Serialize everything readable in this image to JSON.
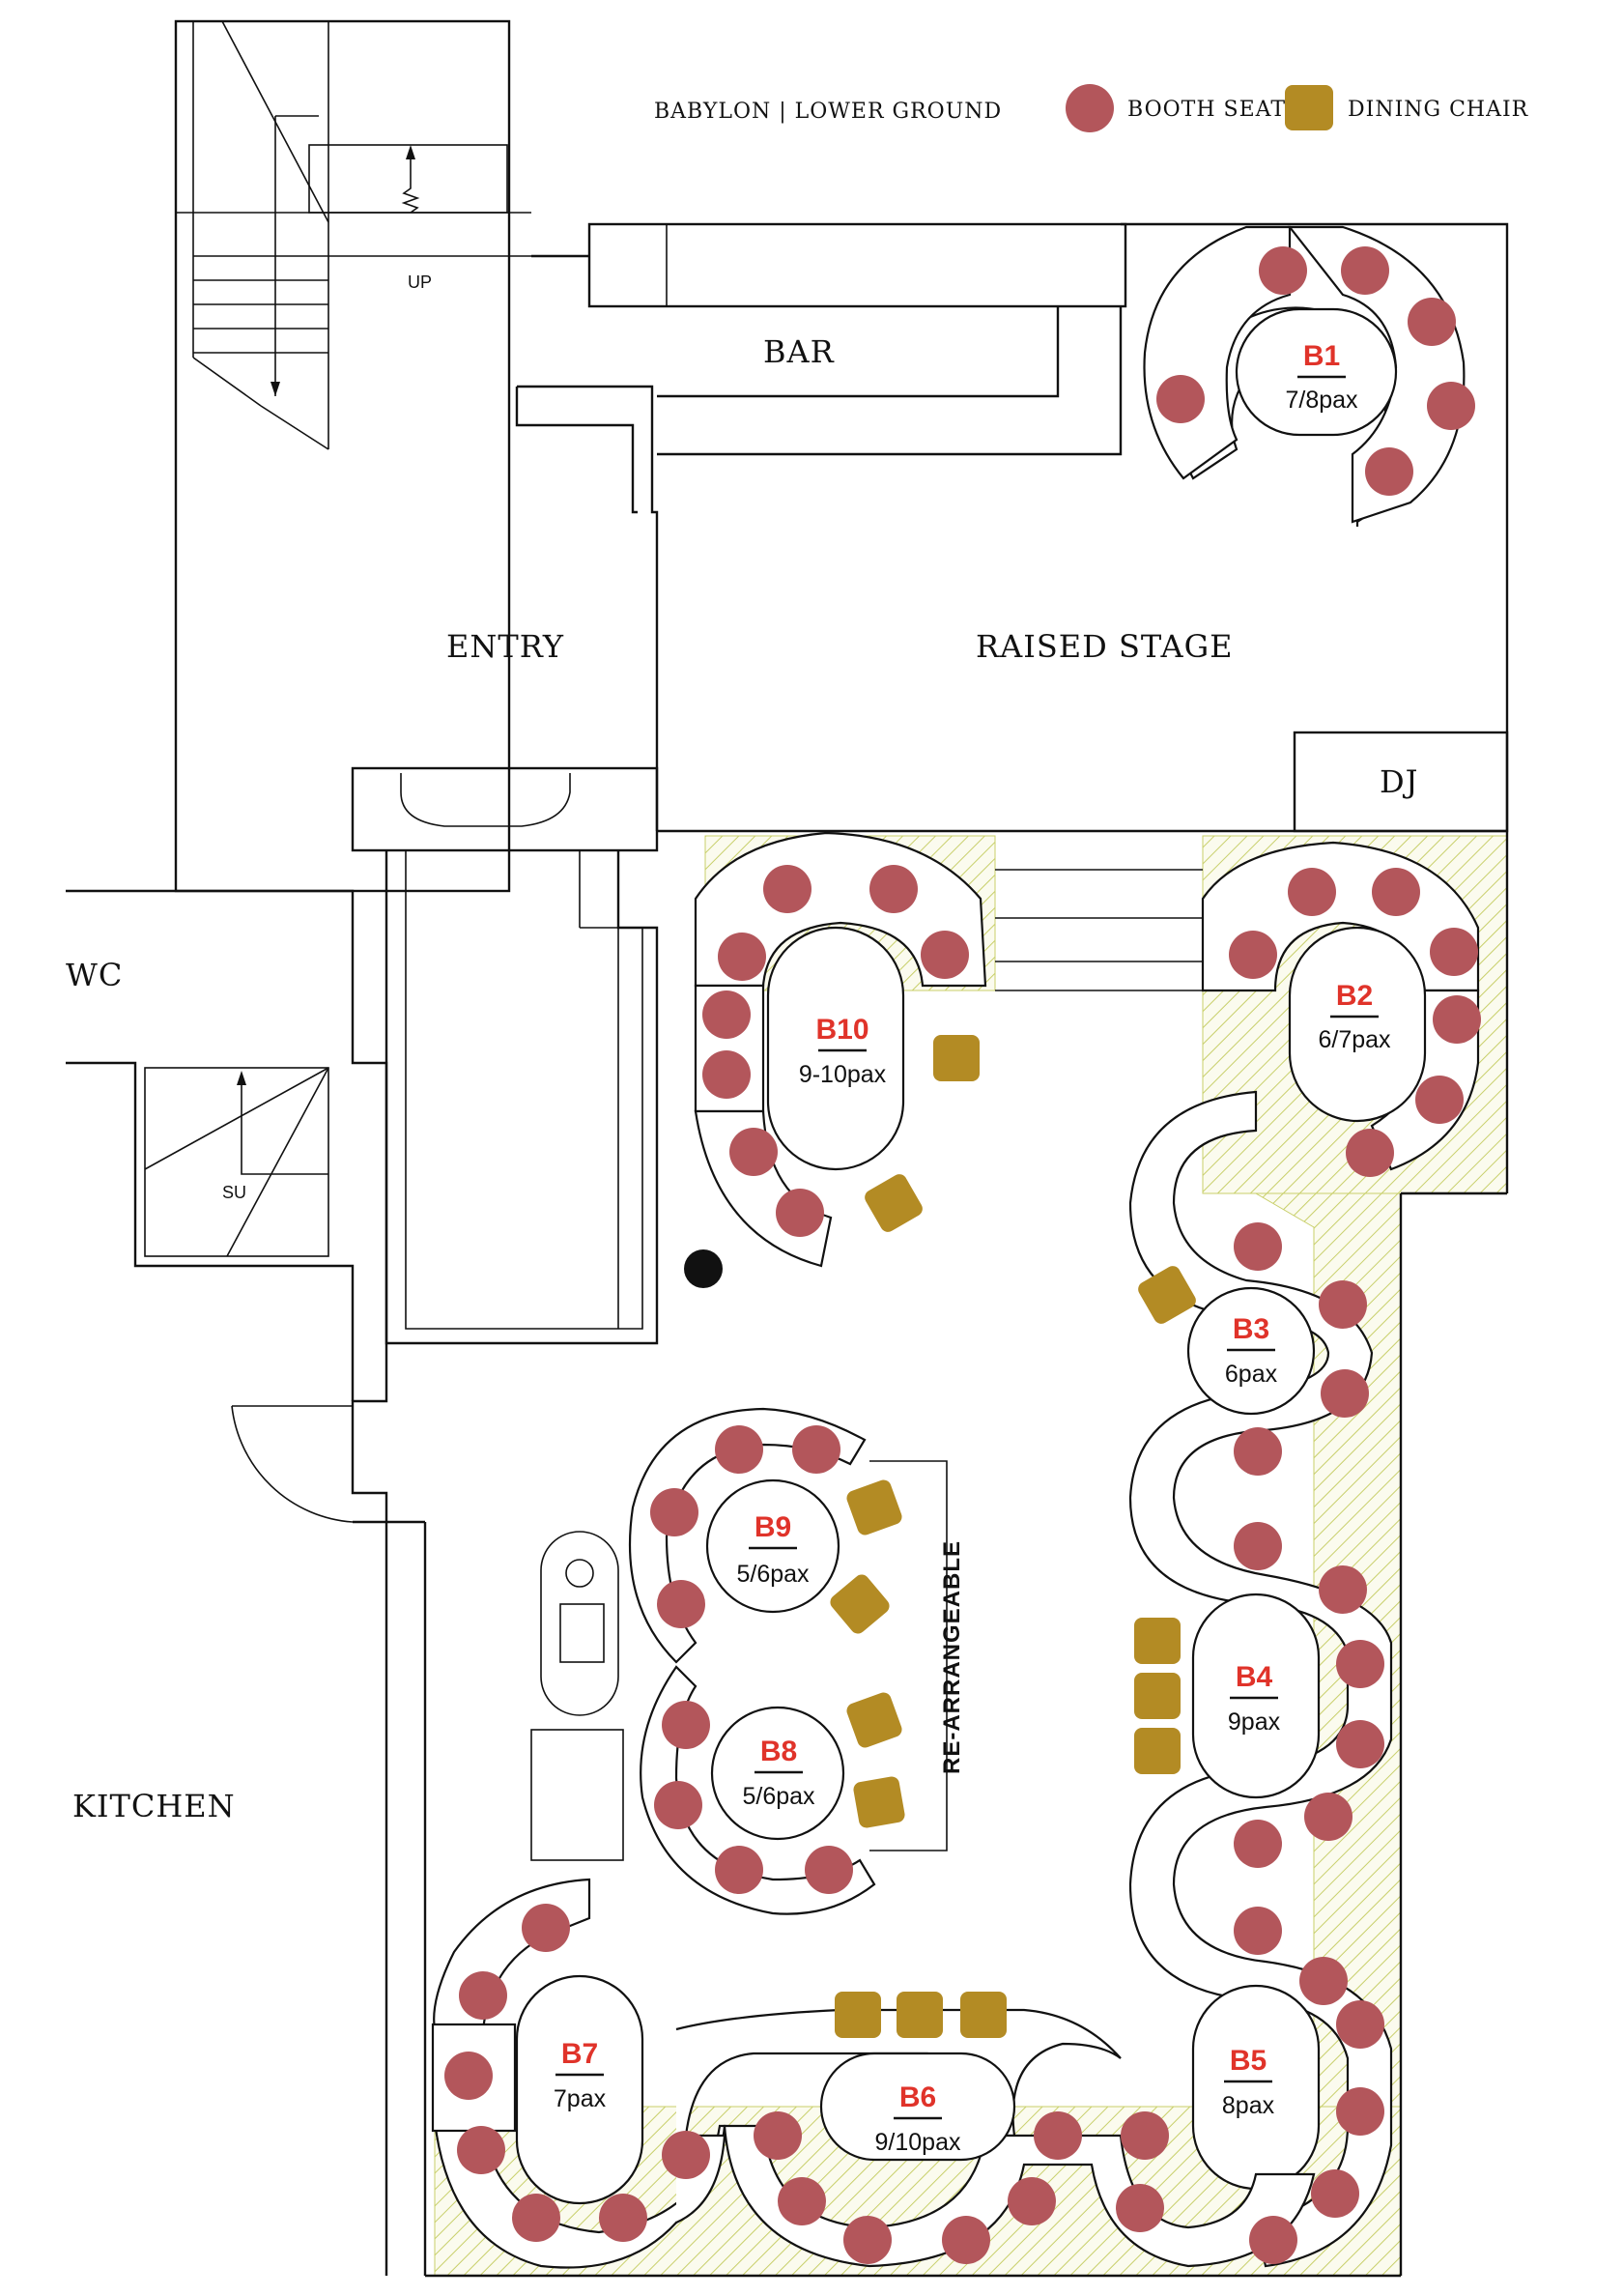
{
  "plan_title": "BABYLON | LOWER GROUND",
  "legend": [
    {
      "label": "BOOTH SEAT",
      "color": "#b3565b",
      "shape": "circle"
    },
    {
      "label": "DINING CHAIR",
      "color": "#b38b24",
      "shape": "rounded-square"
    }
  ],
  "rooms": {
    "bar": "BAR",
    "entry": "ENTRY",
    "raised_stage": "RAISED STAGE",
    "dj": "DJ",
    "wc": "WC",
    "kitchen": "KITCHEN"
  },
  "stair_labels": {
    "up": "UP",
    "su": "SU"
  },
  "rearrangeable_note": "RE-ARRANGEABLE",
  "colors": {
    "booth_seat": "#b3565b",
    "dining_chair": "#b38b24",
    "booth_label": "#e0332a",
    "hatch": "#c8cf6a"
  },
  "booths": [
    {
      "name": "B1",
      "capacity": "7/8pax"
    },
    {
      "name": "B2",
      "capacity": "6/7pax"
    },
    {
      "name": "B3",
      "capacity": "6pax"
    },
    {
      "name": "B4",
      "capacity": "9pax"
    },
    {
      "name": "B5",
      "capacity": "8pax"
    },
    {
      "name": "B6",
      "capacity": "9/10pax"
    },
    {
      "name": "B7",
      "capacity": "7pax"
    },
    {
      "name": "B8",
      "capacity": "5/6pax"
    },
    {
      "name": "B9",
      "capacity": "5/6pax"
    },
    {
      "name": "B10",
      "capacity": "9-10pax"
    }
  ]
}
